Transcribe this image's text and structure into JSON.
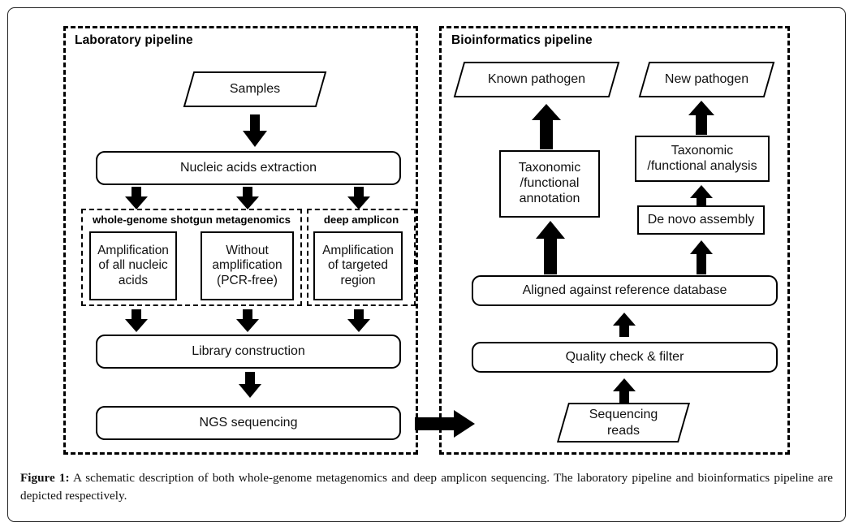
{
  "figure": {
    "caption_label": "Figure 1:",
    "caption_text": " A schematic description of both whole-genome metagenomics and deep amplicon sequencing. The laboratory pipeline and bioinformatics pipeline are depicted respectively."
  },
  "laboratory": {
    "title": "Laboratory pipeline",
    "samples": "Samples",
    "extraction": "Nucleic acids extraction",
    "group_wgs_title": "whole-genome shotgun metagenomics",
    "group_amplicon_title": "deep amplicon",
    "box_amplify_all": "Amplification\nof all nucleic\nacids",
    "box_without_amp": "Without\namplification\n(PCR-free)",
    "box_targeted": "Amplification\nof targeted\nregion",
    "library": "Library construction",
    "ngs": "NGS sequencing"
  },
  "bioinformatics": {
    "title": "Bioinformatics pipeline",
    "known_pathogen": "Known pathogen",
    "new_pathogen": "New pathogen",
    "tax_annotation": "Taxonomic\n/functional\nannotation",
    "tax_analysis": "Taxonomic\n/functional analysis",
    "de_novo": "De novo assembly",
    "aligned": "Aligned against reference database",
    "quality": "Quality check & filter",
    "seq_reads": "Sequencing\nreads"
  },
  "colors": {
    "stroke": "#000000",
    "background": "#ffffff",
    "text": "#111111"
  },
  "icons": {
    "arrow_down": "arrow-down-icon",
    "arrow_up": "arrow-up-icon",
    "arrow_right": "arrow-right-icon"
  }
}
